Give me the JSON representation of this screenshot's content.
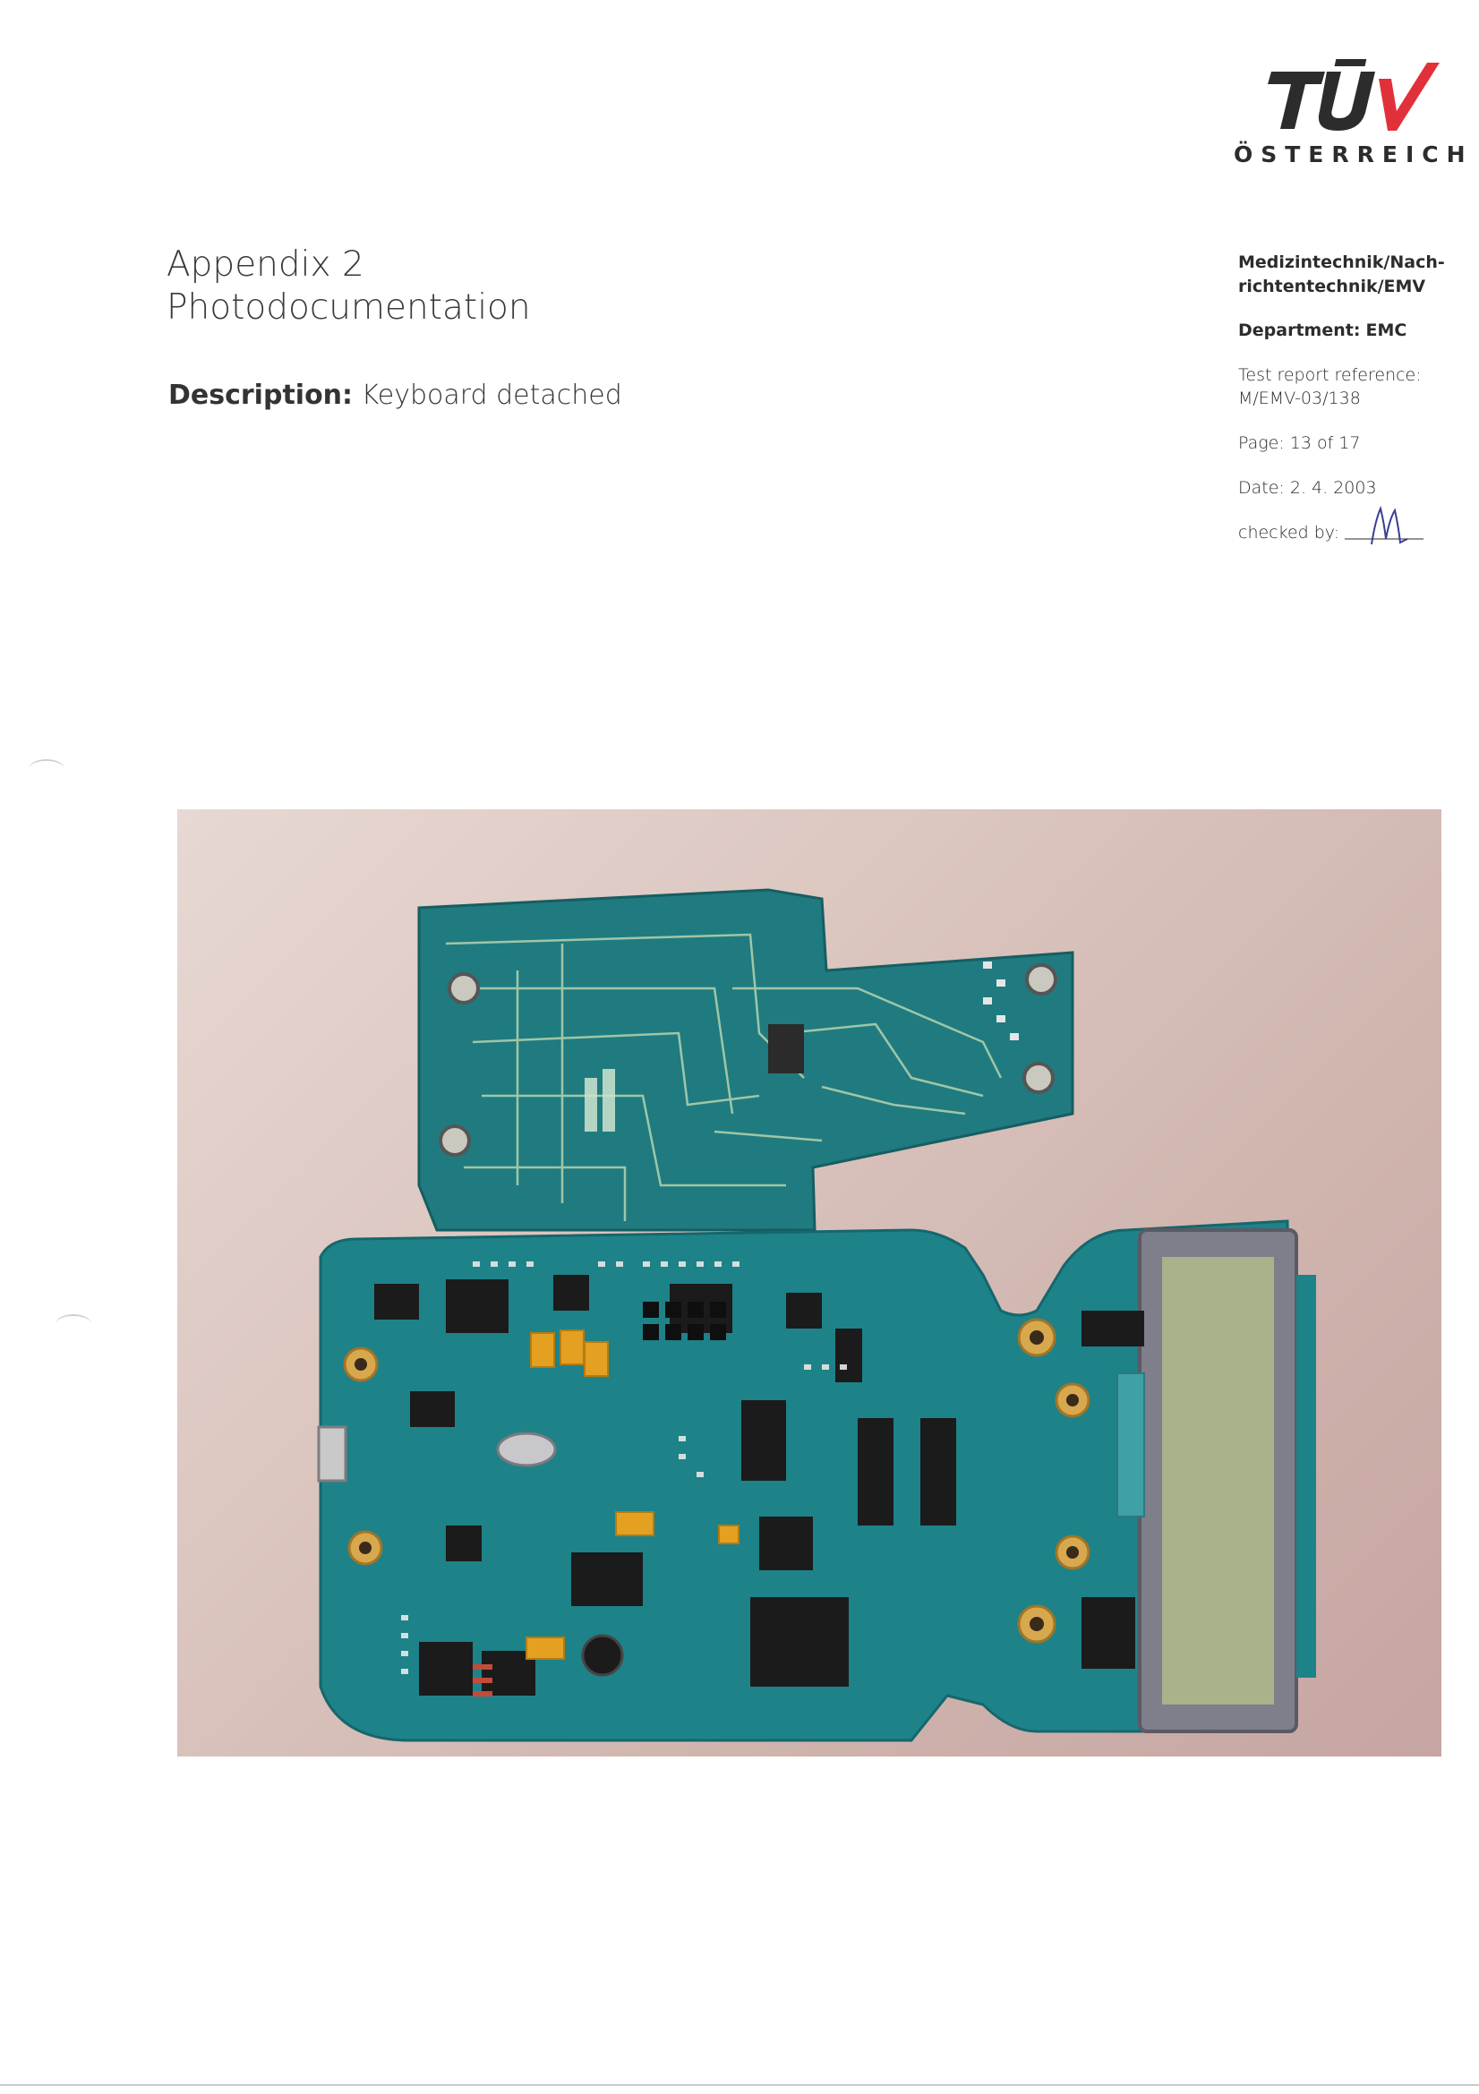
{
  "logo": {
    "brand": "TÜV",
    "subtitle": "ÖSTERREICH",
    "accent_color": "#e0313a"
  },
  "heading": {
    "line1": "Appendix 2",
    "line2": "Photodocumentation"
  },
  "description": {
    "label": "Description:",
    "value": "Keyboard detached"
  },
  "info": {
    "department_line1": "Medizintechnik/Nach-",
    "department_line2": "richtentechnik/EMV",
    "department_label": "Department:",
    "department_value": "EMC",
    "report_label": "Test report reference:",
    "report_value": "M/EMV-03/138",
    "page": "Page: 13 of 17",
    "date": "Date: 2. 4. 2003",
    "checked_label": "checked by:"
  },
  "photo": {
    "subject": "pcb-photo"
  }
}
